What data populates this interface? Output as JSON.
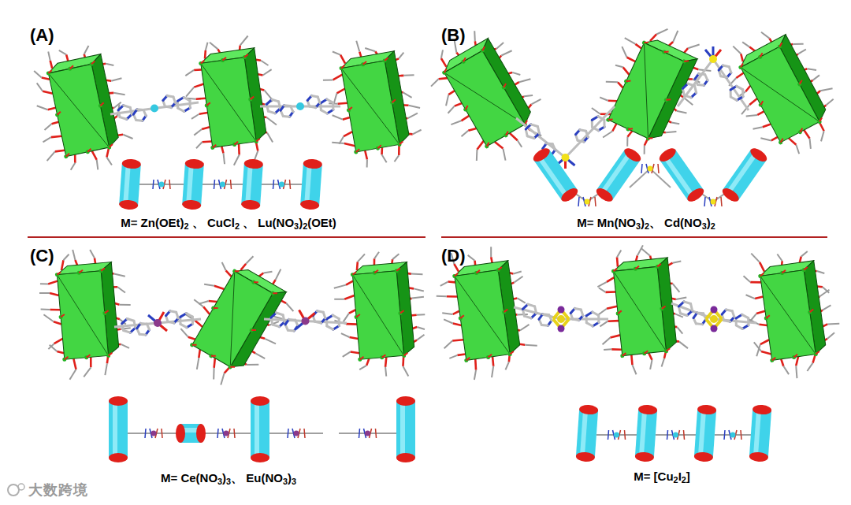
{
  "diagram": {
    "labels": [
      "(A)",
      "(B)",
      "M= Zn(OEt)2 、 CuCl2 、 Lu(NO3)2(OEt)",
      "M= Mn(NO3)2、 Cd(NO3)2",
      "(C)",
      "(D)",
      "M= Ce(NO3)3、 Eu(NO3)3",
      "M= [Cu2I2]",
      "大数跨境"
    ]
  }
}
